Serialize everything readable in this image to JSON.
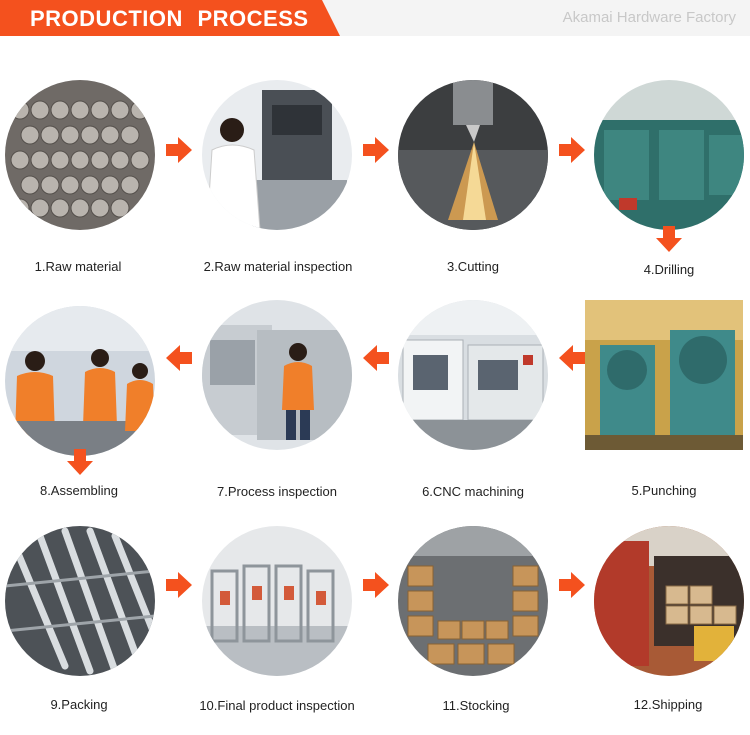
{
  "header": {
    "title": "PRODUCTION PROCESS",
    "brand": "Akamai Hardware Factory"
  },
  "colors": {
    "accent": "#f4511e",
    "header_bg": "#f4f4f4",
    "label_text": "#222222",
    "brand_text": "#c8c8c8"
  },
  "steps": [
    {
      "label": "1.Raw material",
      "icon": "raw-material-photo"
    },
    {
      "label": "2.Raw material inspection",
      "icon": "inspection-photo"
    },
    {
      "label": "3.Cutting",
      "icon": "cutting-photo"
    },
    {
      "label": "4.Drilling",
      "icon": "drilling-photo"
    },
    {
      "label": "5.Punching",
      "icon": "punching-photo"
    },
    {
      "label": "6.CNC machining",
      "icon": "cnc-photo"
    },
    {
      "label": "7.Process inspection",
      "icon": "process-inspection-photo"
    },
    {
      "label": "8.Assembling",
      "icon": "assembling-photo"
    },
    {
      "label": "9.Packing",
      "icon": "packing-photo"
    },
    {
      "label": "10.Final product inspection",
      "icon": "final-inspection-photo"
    },
    {
      "label": "11.Stocking",
      "icon": "stocking-photo"
    },
    {
      "label": "12.Shipping",
      "icon": "shipping-photo"
    }
  ]
}
